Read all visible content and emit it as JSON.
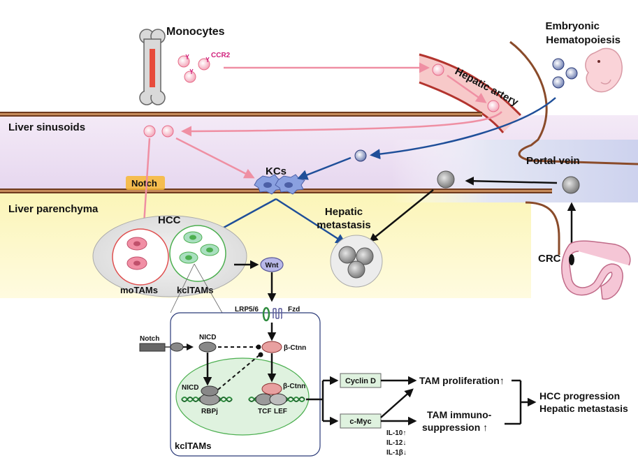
{
  "labels": {
    "monocytes": "Monocytes",
    "ccr2": "CCR2",
    "embryonic_line1": "Embryonic",
    "embryonic_line2": "Hematopoiesis",
    "hepatic_artery": "Hepatic artery",
    "liver_sinusoids": "Liver sinusoids",
    "liver_parenchyma": "Liver parenchyma",
    "notch_tag": "Notch",
    "kcs": "KCs",
    "portal_vein": "Portal vein",
    "hcc": "HCC",
    "hepatic_metastasis_line1": "Hepatic",
    "hepatic_metastasis_line2": "metastasis",
    "motams": "moTAMs",
    "kcltams": "kclTAMs",
    "wnt": "Wnt",
    "crc": "CRC",
    "lrp56": "LRP5/6",
    "fzd": "Fzd",
    "notch_receptor": "Notch",
    "nicd": "NICD",
    "beta_ctnn": "β-Ctnn",
    "nicd_nuclear": "NICD",
    "rbpj": "RBPj",
    "beta_ctnn_nuclear": "β-Ctnn",
    "tcf": "TCF",
    "lef": "LEF",
    "cell_label": "kclTAMs",
    "cyclin_d": "Cyclin D",
    "c_myc": "c-Myc",
    "tam_proliferation": "TAM proliferation↑",
    "tam_immuno_line1": "TAM immuno-",
    "tam_immuno_line2": "suppression ↑",
    "il10": "IL-10↑",
    "il12": "IL-12↓",
    "il1b": "IL-1β↓",
    "hcc_progression": "HCC progression",
    "hepatic_metastasis_out": "Hepatic metastasis"
  },
  "colors": {
    "monocyte_arrow": "#ef8fa3",
    "kc_arrow": "#1f4f99",
    "tissue_band": "#8a4b2a",
    "parenchyma": "#fbf3a8",
    "sinusoid": "#ece0f2",
    "artery": "#f7c9c9",
    "portal": "#d6daf0",
    "gene_box": "#dff2df",
    "notch_tag": "#f7b733"
  }
}
